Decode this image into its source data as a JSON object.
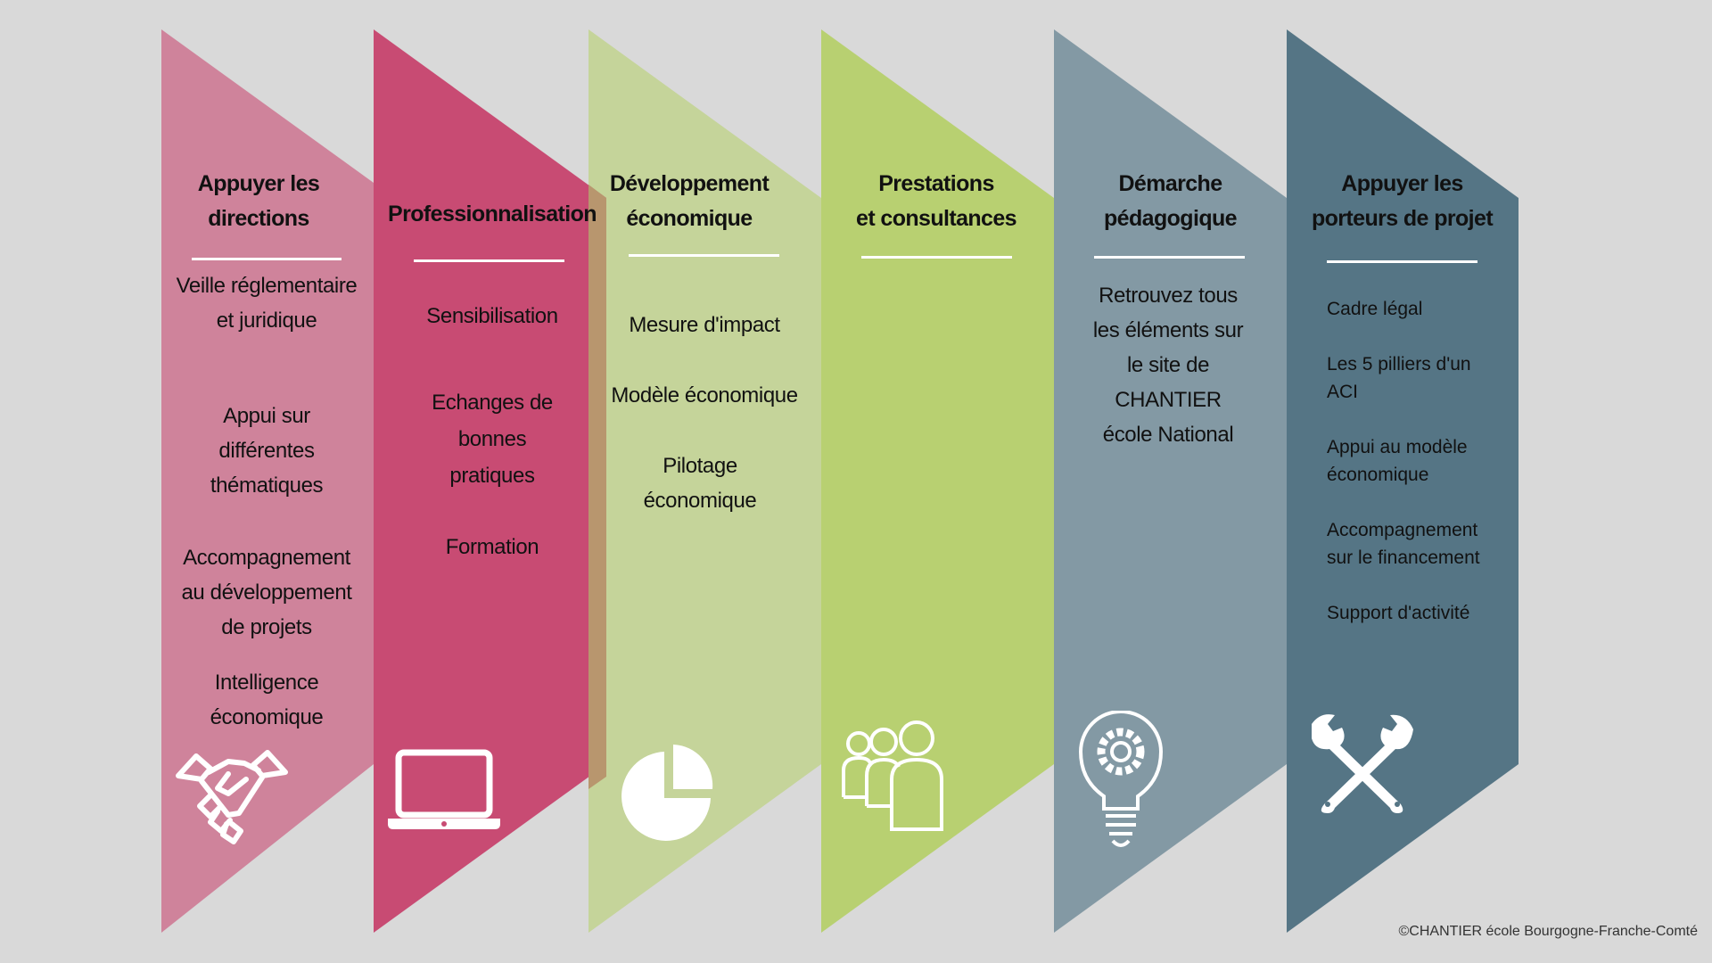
{
  "colors": {
    "background": "#d9d9d9",
    "panel_1": "#cf839b",
    "panel_2": "#c84b73",
    "panel_3": "#c5d49a",
    "panel_4": "#b8d071",
    "panel_5": "#8399a4",
    "panel_6": "#557585",
    "overlap": "#b8966e"
  },
  "columns": [
    {
      "title": [
        "Appuyer les",
        "directions"
      ],
      "items": [
        "Veille réglementaire et juridique",
        "Appui sur différentes thématiques",
        "Accompagnement au développement de projets",
        "Intelligence économique"
      ],
      "icon": "handshake-icon"
    },
    {
      "title": [
        "Professionnalisation"
      ],
      "items": [
        "Sensibilisation",
        "Echanges de bonnes pratiques",
        "Formation"
      ],
      "icon": "laptop-icon"
    },
    {
      "title": [
        "Développement",
        "économique"
      ],
      "items": [
        "Mesure d'impact",
        "Modèle économique",
        "Pilotage économique"
      ],
      "icon": "pie-chart-icon"
    },
    {
      "title": [
        "Prestations",
        "et consultances"
      ],
      "items": [],
      "icon": "people-icon"
    },
    {
      "title": [
        "Démarche",
        "pédagogique"
      ],
      "items": [
        "Retrouvez tous les éléments sur le site de CHANTIER école National"
      ],
      "icon": "lightbulb-gear-icon"
    },
    {
      "title": [
        "Appuyer les",
        "porteurs de projet"
      ],
      "items": [
        "Cadre légal",
        "Les 5 pilliers d'un ACI",
        "Appui au modèle économique",
        "Accompagnement sur le financement",
        "Support d'activité"
      ],
      "icon": "wrench-tools-icon"
    }
  ],
  "copyright": "©CHANTIER école Bourgogne-Franche-Comté"
}
